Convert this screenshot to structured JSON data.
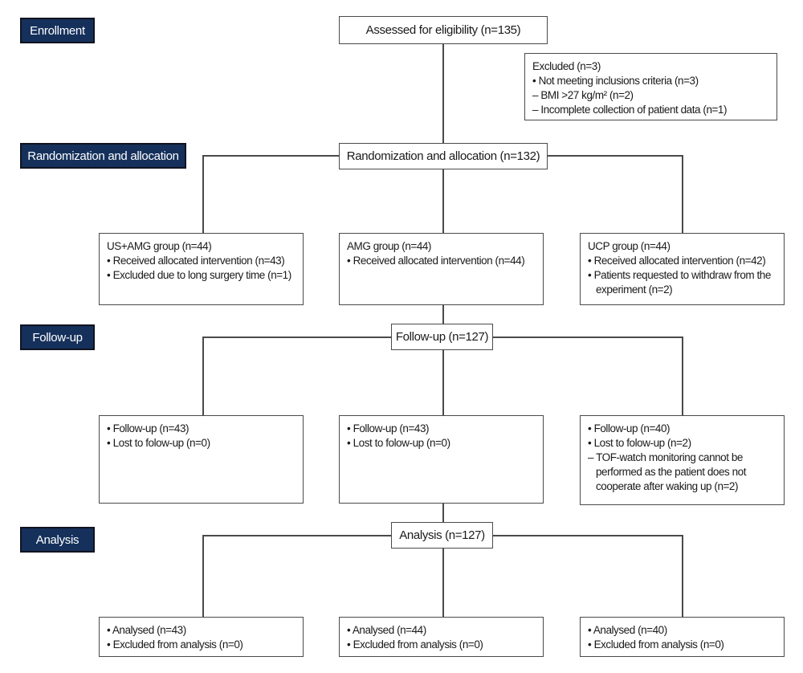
{
  "figure": {
    "type": "consort-flow-diagram",
    "stages": [
      {
        "label": "Enrollment"
      },
      {
        "label": "Randomization and allocation"
      },
      {
        "label": "Follow-up"
      },
      {
        "label": "Analysis"
      }
    ],
    "boxes": {
      "assessed": {
        "title": "Assessed for eligibility (n=135)"
      },
      "excluded": {
        "lines": [
          "Excluded (n=3)",
          "• Not meeting inclusions criteria (n=3)",
          "– BMI >27 kg/m² (n=2)",
          "– Incomplete collection of patient data (n=1)"
        ]
      },
      "randomization": {
        "title": "Randomization and allocation (n=132)"
      },
      "us_amg": {
        "lines": [
          "US+AMG group (n=44)",
          "• Received allocated intervention (n=43)",
          "• Excluded due to long surgery time (n=1)"
        ]
      },
      "amg": {
        "lines": [
          "AMG group (n=44)",
          "• Received allocated intervention (n=44)"
        ]
      },
      "ucp": {
        "lines": [
          "UCP group (n=44)",
          "• Received allocated intervention (n=42)",
          "• Patients requested to withdraw from the experiment (n=2)"
        ]
      },
      "followup_center": {
        "title": "Follow-up (n=127)"
      },
      "followup_left": {
        "lines": [
          "• Follow-up (n=43)",
          "• Lost to folow-up (n=0)"
        ]
      },
      "followup_mid": {
        "lines": [
          "• Follow-up (n=43)",
          "• Lost to folow-up (n=0)"
        ]
      },
      "followup_right": {
        "lines": [
          "• Follow-up (n=40)",
          "• Lost to folow-up (n=2)",
          "– TOF-watch monitoring cannot be performed as the patient does not cooperate after waking up (n=2)"
        ]
      },
      "analysis_center": {
        "title": "Analysis (n=127)"
      },
      "analysis_left": {
        "lines": [
          "• Analysed (n=43)",
          "• Excluded from analysis (n=0)"
        ]
      },
      "analysis_mid": {
        "lines": [
          "• Analysed (n=44)",
          "• Excluded from analysis (n=0)"
        ]
      },
      "analysis_right": {
        "lines": [
          "• Analysed (n=40)",
          "• Excluded from analysis (n=0)"
        ]
      }
    },
    "colors": {
      "stage_background": "#15305b",
      "stage_border": "#10131f",
      "stage_text": "#ffffff",
      "box_border": "#4a4a4a",
      "connector": "#4a4a4a",
      "text": "#1a1a1a",
      "background": "#ffffff"
    }
  }
}
